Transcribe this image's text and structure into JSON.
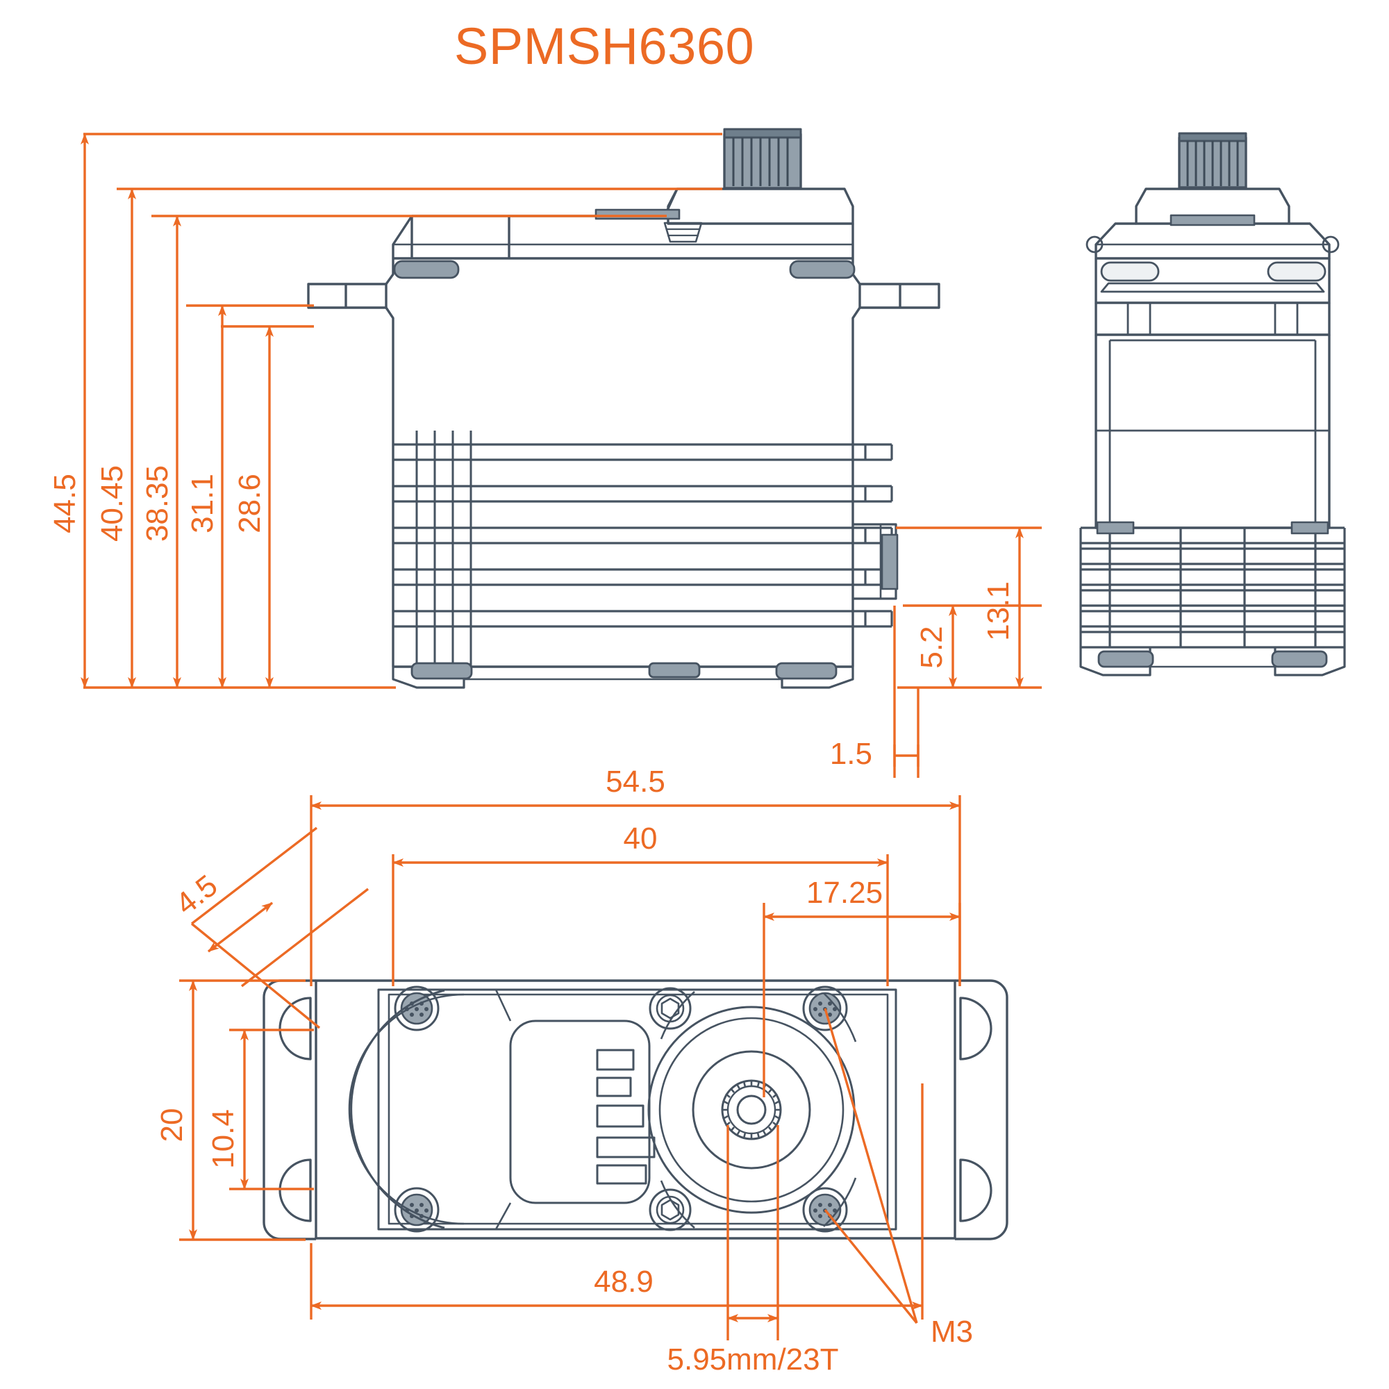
{
  "drawing": {
    "title": "SPMSH6360",
    "accent_color": "#ec6a24",
    "line_color": "#465361",
    "background": "#ffffff",
    "units": "mm",
    "views": [
      {
        "name": "side-view",
        "label": ""
      },
      {
        "name": "front-view",
        "label": ""
      },
      {
        "name": "bottom-view",
        "label": ""
      }
    ]
  },
  "dimensions": {
    "side_view_vertical": [
      {
        "id": "d-44-5",
        "value": "44.5",
        "orientation": "vertical"
      },
      {
        "id": "d-40-45",
        "value": "40.45",
        "orientation": "vertical"
      },
      {
        "id": "d-38-35",
        "value": "38.35",
        "orientation": "vertical"
      },
      {
        "id": "d-31-1",
        "value": "31.1",
        "orientation": "vertical"
      },
      {
        "id": "d-28-6",
        "value": "28.6",
        "orientation": "vertical"
      }
    ],
    "side_view_right": [
      {
        "id": "d-13-1",
        "value": "13.1",
        "orientation": "vertical"
      },
      {
        "id": "d-5-2",
        "value": "5.2",
        "orientation": "vertical"
      },
      {
        "id": "d-1-5",
        "value": "1.5",
        "orientation": "horizontal"
      }
    ],
    "bottom_view_horizontal": [
      {
        "id": "d-54-5",
        "value": "54.5",
        "orientation": "horizontal"
      },
      {
        "id": "d-40",
        "value": "40",
        "orientation": "horizontal"
      },
      {
        "id": "d-17-25",
        "value": "17.25",
        "orientation": "horizontal"
      },
      {
        "id": "d-48-9",
        "value": "48.9",
        "orientation": "horizontal"
      }
    ],
    "bottom_view_vertical": [
      {
        "id": "d-20",
        "value": "20",
        "orientation": "vertical"
      },
      {
        "id": "d-10-4",
        "value": "10.4",
        "orientation": "vertical"
      }
    ],
    "callouts": [
      {
        "id": "c-4-5",
        "value": "4.5",
        "orientation": "diagonal"
      },
      {
        "id": "c-m3",
        "value": "M3",
        "orientation": "leader"
      },
      {
        "id": "c-spline",
        "value": "5.95mm/23T",
        "orientation": "horizontal"
      }
    ]
  }
}
